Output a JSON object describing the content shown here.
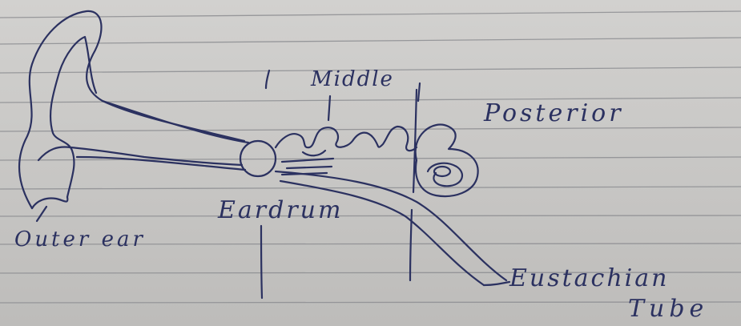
{
  "labels": {
    "outer_ear": "Outer ear",
    "eardrum": "Eardrum",
    "middle": "Middle",
    "posterior": "Posterior",
    "eustachian": "Eustachian",
    "tube": "Tube"
  },
  "colors": {
    "ink": "#2b3160",
    "paper": "#cbcac8",
    "rule_line": "#8d8e92"
  }
}
